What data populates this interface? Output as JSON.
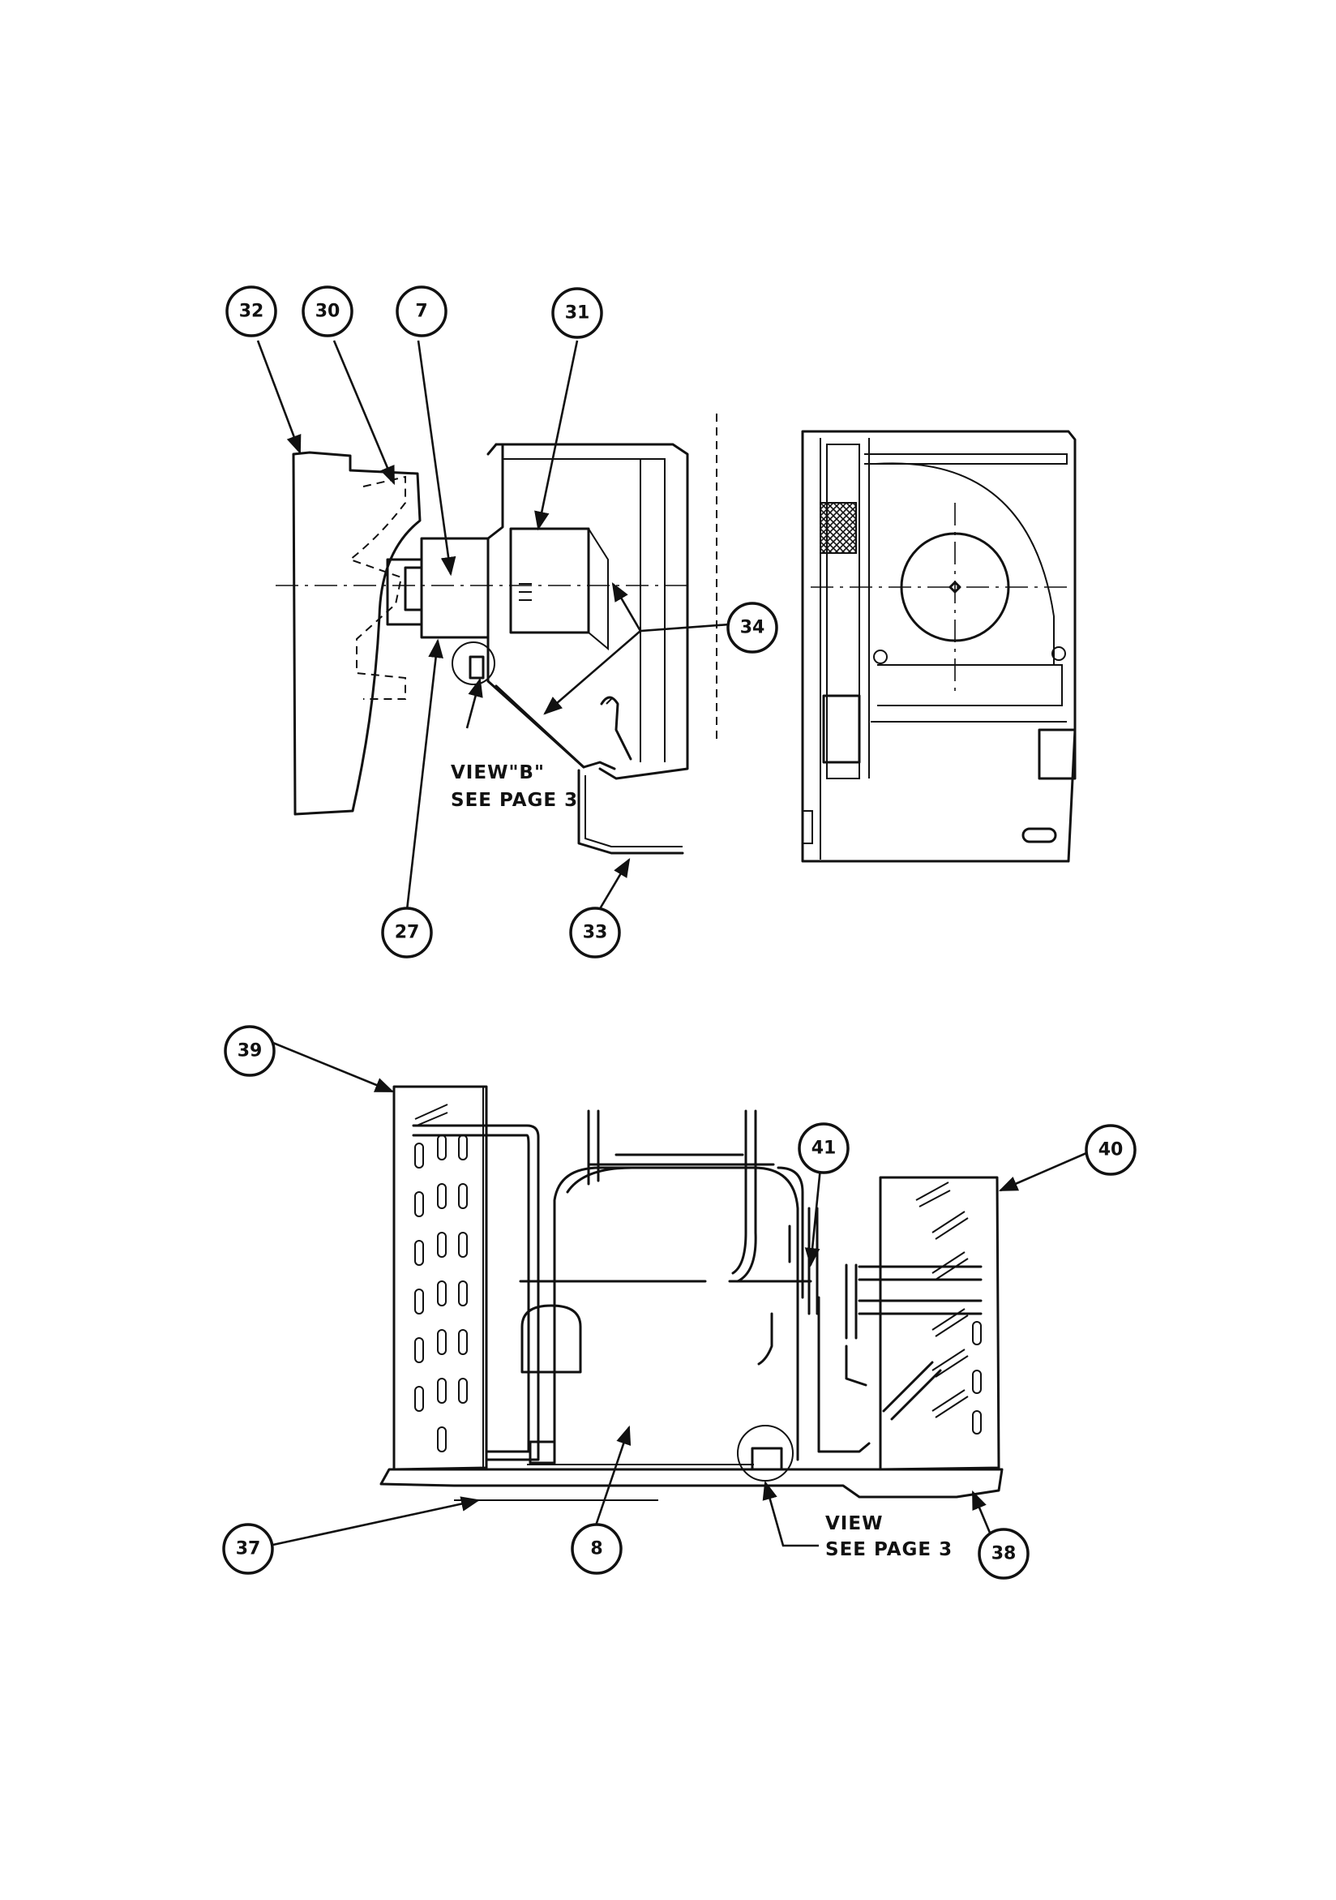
{
  "callouts": {
    "c32": "32",
    "c30": "30",
    "c7": "7",
    "c31": "31",
    "c34": "34",
    "c27": "27",
    "c33": "33",
    "c39": "39",
    "c41": "41",
    "c40": "40",
    "c37": "37",
    "c8": "8",
    "c38": "38"
  },
  "notes": {
    "view_b_line1": "VIEW\"B\"",
    "view_b_line2": "SEE PAGE 3",
    "view_line1": "VIEW",
    "view_line2": "SEE PAGE 3"
  }
}
